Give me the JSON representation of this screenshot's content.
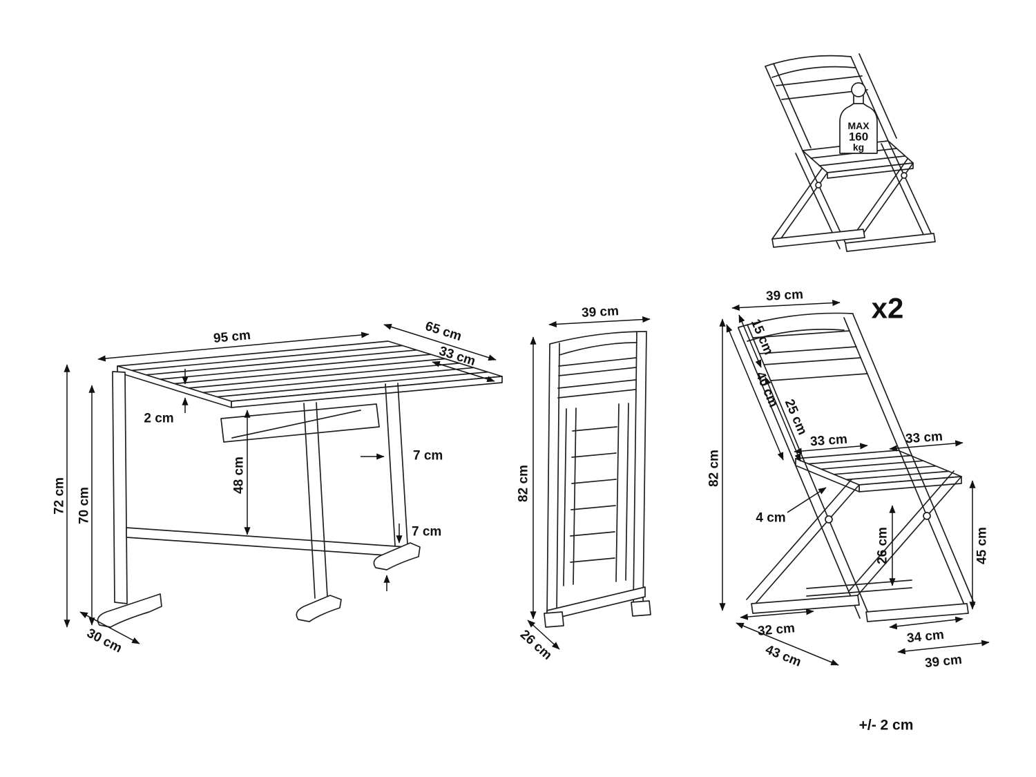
{
  "diagram": {
    "tolerance_note": "+/- 2 cm",
    "quantity_label": "x2"
  },
  "max_load": {
    "max_label": "MAX",
    "value": "160",
    "unit": "kg"
  },
  "table": {
    "top_width": "95 cm",
    "top_depth": "65 cm",
    "leaf_depth": "33 cm",
    "top_thickness": "2 cm",
    "total_height": "72 cm",
    "underside_height": "70 cm",
    "clearance_height": "48 cm",
    "leg_width": "7 cm",
    "foot_height": "7 cm",
    "foot_depth": "30 cm"
  },
  "folded_chair": {
    "width": "39 cm",
    "height": "82 cm",
    "depth": "26 cm"
  },
  "chair": {
    "back_width": "39 cm",
    "headrest_height": "15 cm",
    "back_length": "40 cm",
    "back_lower_length": "25 cm",
    "seat_width": "33 cm",
    "seat_depth": "33 cm",
    "total_height": "82 cm",
    "seat_thickness": "4 cm",
    "under_seat_height": "26 cm",
    "seat_height": "45 cm",
    "front_base_width": "32 cm",
    "base_depth": "43 cm",
    "rear_base_width": "34 cm",
    "base_width": "39 cm"
  }
}
